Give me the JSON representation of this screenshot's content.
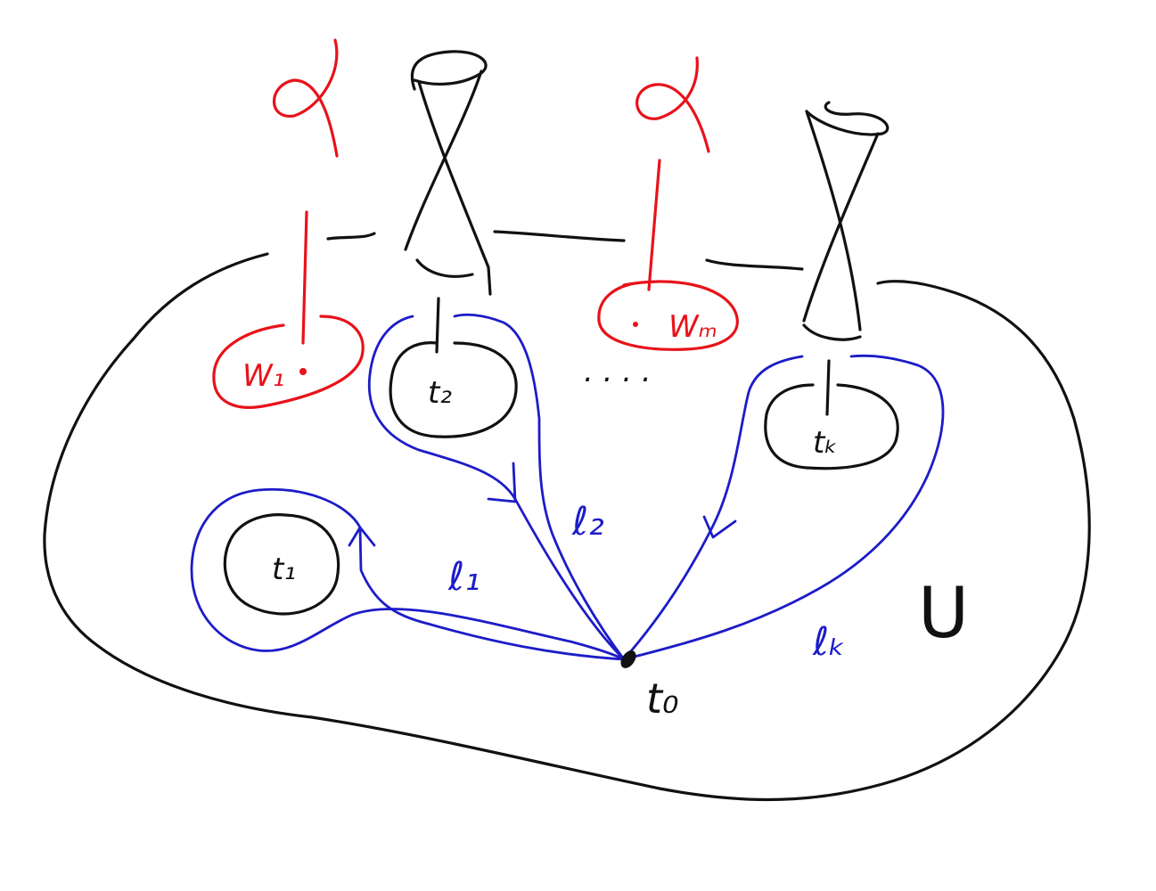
{
  "labels": {
    "w1": "W₁",
    "wm": "Wₘ",
    "t1": "t₁",
    "t2": "t₂",
    "tk": "tₖ",
    "t0": "t₀",
    "l1": "ℓ₁",
    "l2": "ℓ₂",
    "lk": "ℓₖ",
    "u": "U",
    "dots": ". . . ."
  },
  "colors": {
    "black": "#111111",
    "red": "#e8121a",
    "blue": "#1c1cc8"
  }
}
